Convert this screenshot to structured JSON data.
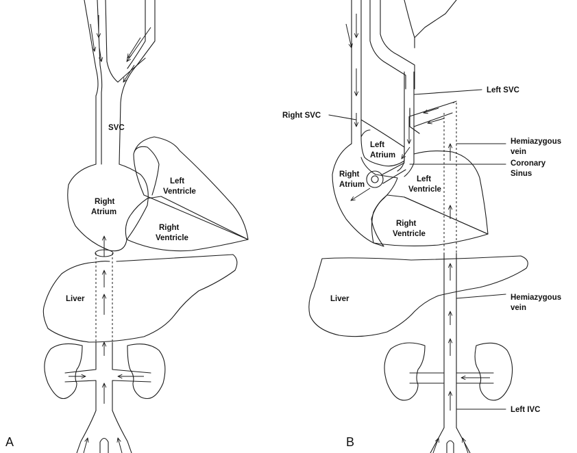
{
  "panel_a": {
    "letter": "A",
    "labels": {
      "svc": "SVC",
      "left_ventricle": [
        "Left",
        "Ventricle"
      ],
      "right_atrium": [
        "Right",
        "Atrium"
      ],
      "right_ventricle": [
        "Right",
        "Ventricle"
      ],
      "liver": "Liver"
    }
  },
  "panel_b": {
    "letter": "B",
    "labels": {
      "left_svc": "Left SVC",
      "right_svc": "Right SVC",
      "hemiazygous_vein_upper": [
        "Hemiazygous",
        "vein"
      ],
      "left_atrium": [
        "Left",
        "Atrium"
      ],
      "coronary_sinus": [
        "Coronary",
        "Sinus"
      ],
      "right_atrium": [
        "Right",
        "Atrium"
      ],
      "left_ventricle": [
        "Left",
        "Ventricle"
      ],
      "right_ventricle": [
        "Right",
        "Ventricle"
      ],
      "liver": "Liver",
      "hemiazygous_vein_lower": [
        "Hemiazygous",
        "vein"
      ],
      "left_ivc": "Left IVC"
    }
  }
}
